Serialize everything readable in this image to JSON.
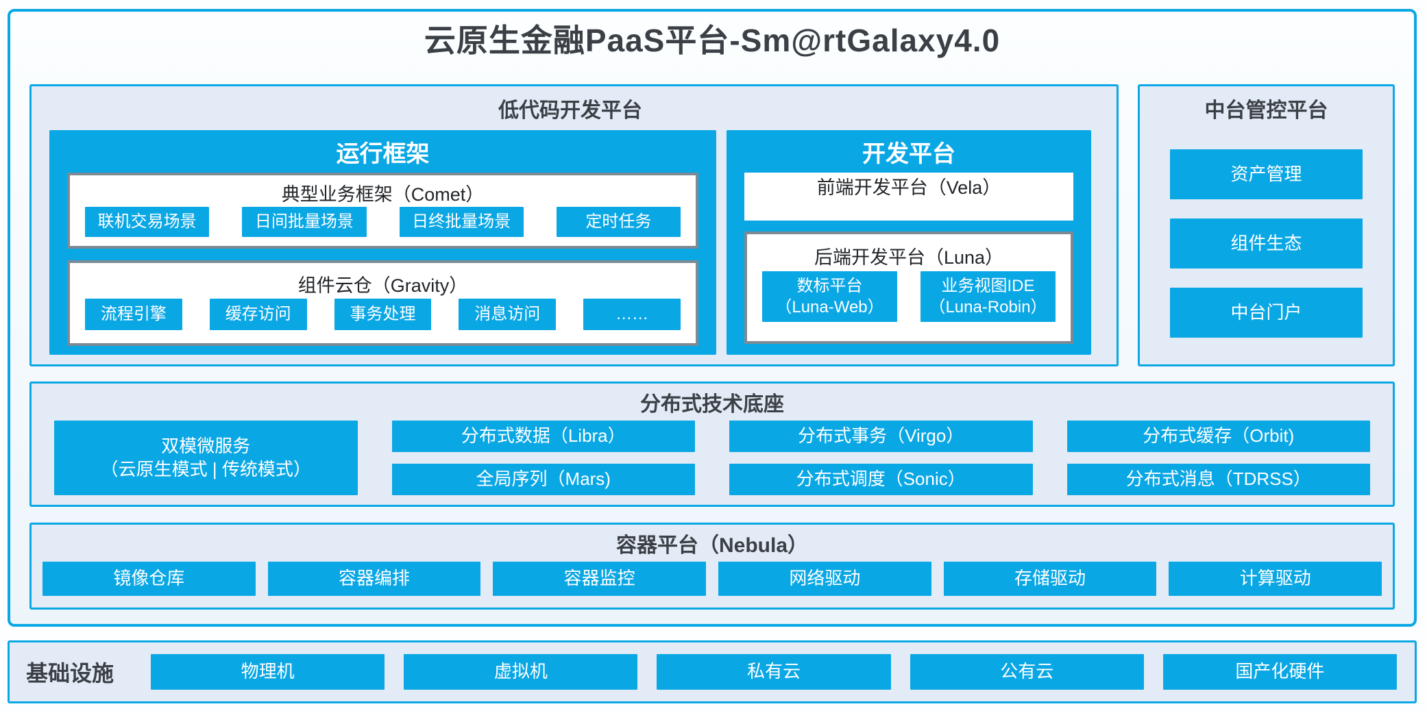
{
  "title": "云原生金融PaaS平台-Sm@rtGalaxy4.0",
  "colors": {
    "accent": "#0aa7e5",
    "panel-bg": "#e3ebf6",
    "frame-top": "#fcfeff",
    "frame-bottom": "#edf5fb",
    "gray-border": "#7d8a94",
    "title-text": "#3b4046",
    "dark-text": "#212428",
    "button-text": "#ffffff"
  },
  "low_code": {
    "title": "低代码开发平台",
    "runtime": {
      "title": "运行框架",
      "comet": {
        "title": "典型业务框架（Comet）",
        "items": [
          "联机交易场景",
          "日间批量场景",
          "日终批量场景",
          "定时任务"
        ]
      },
      "gravity": {
        "title": "组件云仓（Gravity）",
        "items": [
          "流程引擎",
          "缓存访问",
          "事务处理",
          "消息访问",
          "……"
        ]
      }
    },
    "dev": {
      "title": "开发平台",
      "vela_label": "前端开发平台（Vela）",
      "luna": {
        "title": "后端开发平台（Luna）",
        "items": [
          {
            "line1": "数标平台",
            "line2": "（Luna-Web）"
          },
          {
            "line1": "业务视图IDE",
            "line2": "（Luna-Robin）"
          }
        ]
      }
    }
  },
  "mid_platform": {
    "title": "中台管控平台",
    "items": [
      "资产管理",
      "组件生态",
      "中台门户"
    ]
  },
  "distributed": {
    "title": "分布式技术底座",
    "dual_mode": {
      "line1": "双模微服务",
      "line2": "（云原生模式 | 传统模式）"
    },
    "columns": [
      [
        "分布式数据（Libra）",
        "全局序列（Mars)"
      ],
      [
        "分布式事务（Virgo）",
        "分布式调度（Sonic）"
      ],
      [
        "分布式缓存（Orbit)",
        "分布式消息（TDRSS）"
      ]
    ]
  },
  "container_platform": {
    "title": "容器平台（Nebula）",
    "items": [
      "镜像仓库",
      "容器编排",
      "容器监控",
      "网络驱动",
      "存储驱动",
      "计算驱动"
    ]
  },
  "infrastructure": {
    "title": "基础设施",
    "items": [
      "物理机",
      "虚拟机",
      "私有云",
      "公有云",
      "国产化硬件"
    ]
  }
}
